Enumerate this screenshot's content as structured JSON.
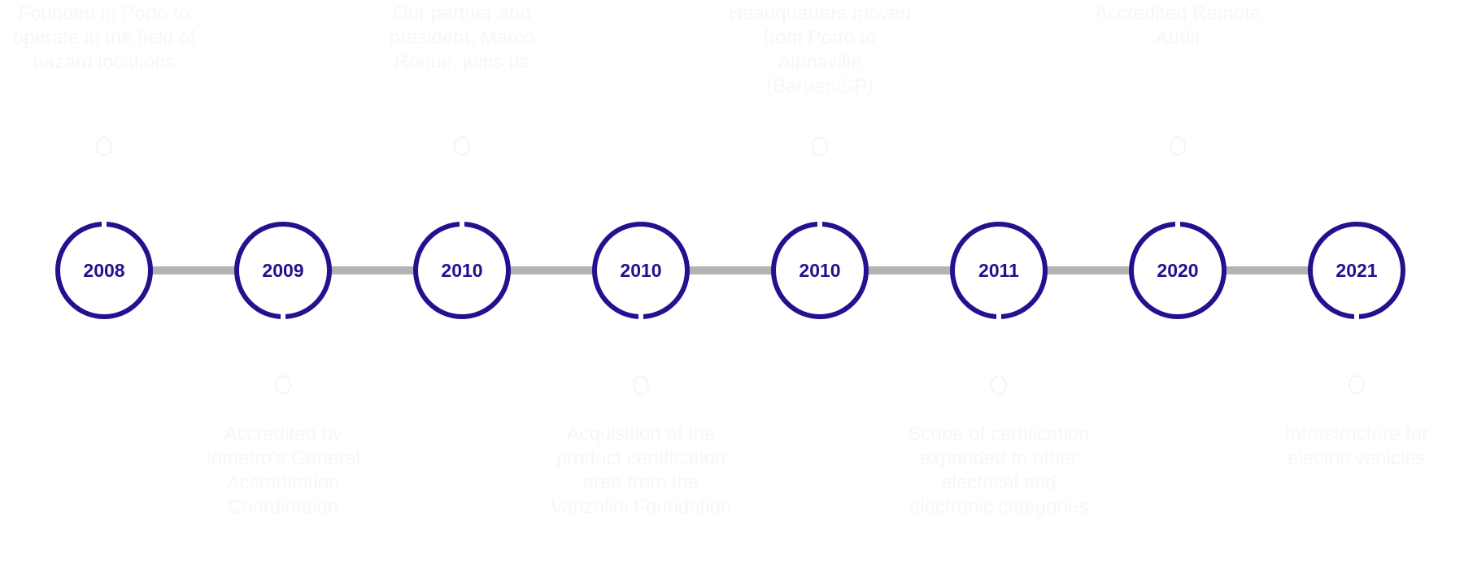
{
  "colors": {
    "circle": "#25108f",
    "line": "#b3b3b3",
    "text_faint": "#f7f7f7"
  },
  "milestones": [
    {
      "year": "2008",
      "position": "top",
      "text": "Founded in Porto to operate in the field of hazard locations"
    },
    {
      "year": "2009",
      "position": "bottom",
      "text": "Accredited by Inmetro's General Accreditation Coordination"
    },
    {
      "year": "2010",
      "position": "top",
      "text": "Our partner and president, Marco Roque, joins us"
    },
    {
      "year": "2010",
      "position": "bottom",
      "text": "Acquisition of the product certification area from the Vanzolini Foundation"
    },
    {
      "year": "2010",
      "position": "top",
      "text": "Headquarters moved from Porto to Alphaville (Barueri/SP)"
    },
    {
      "year": "2011",
      "position": "bottom",
      "text": "Scope of certification expanded to other electrical and electronic categories"
    },
    {
      "year": "2020",
      "position": "top",
      "text": "Accredited Remote Audit"
    },
    {
      "year": "2021",
      "position": "bottom",
      "text": "Infrastructure for electric vehicles"
    }
  ]
}
